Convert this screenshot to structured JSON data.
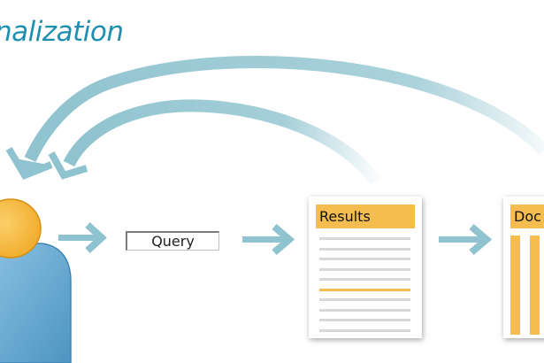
{
  "title": "nalization",
  "query": {
    "label": "Query"
  },
  "results": {
    "header": "Results",
    "lines": [
      "normal",
      "normal",
      "normal",
      "normal",
      "normal",
      "highlight",
      "normal",
      "normal",
      "normal",
      "normal"
    ]
  },
  "documents": {
    "header": "Doc"
  },
  "colors": {
    "title": "#1f8fb0",
    "arrow": "#8fc3cf",
    "accent": "#f5bd4f",
    "line": "#d9d9d9",
    "person_head": "#f6b940",
    "person_body": "#6fb0d6"
  },
  "icons": {
    "person": "user-icon",
    "arrow": "right-arrow-icon",
    "feedback": "curved-arrow-icon"
  }
}
